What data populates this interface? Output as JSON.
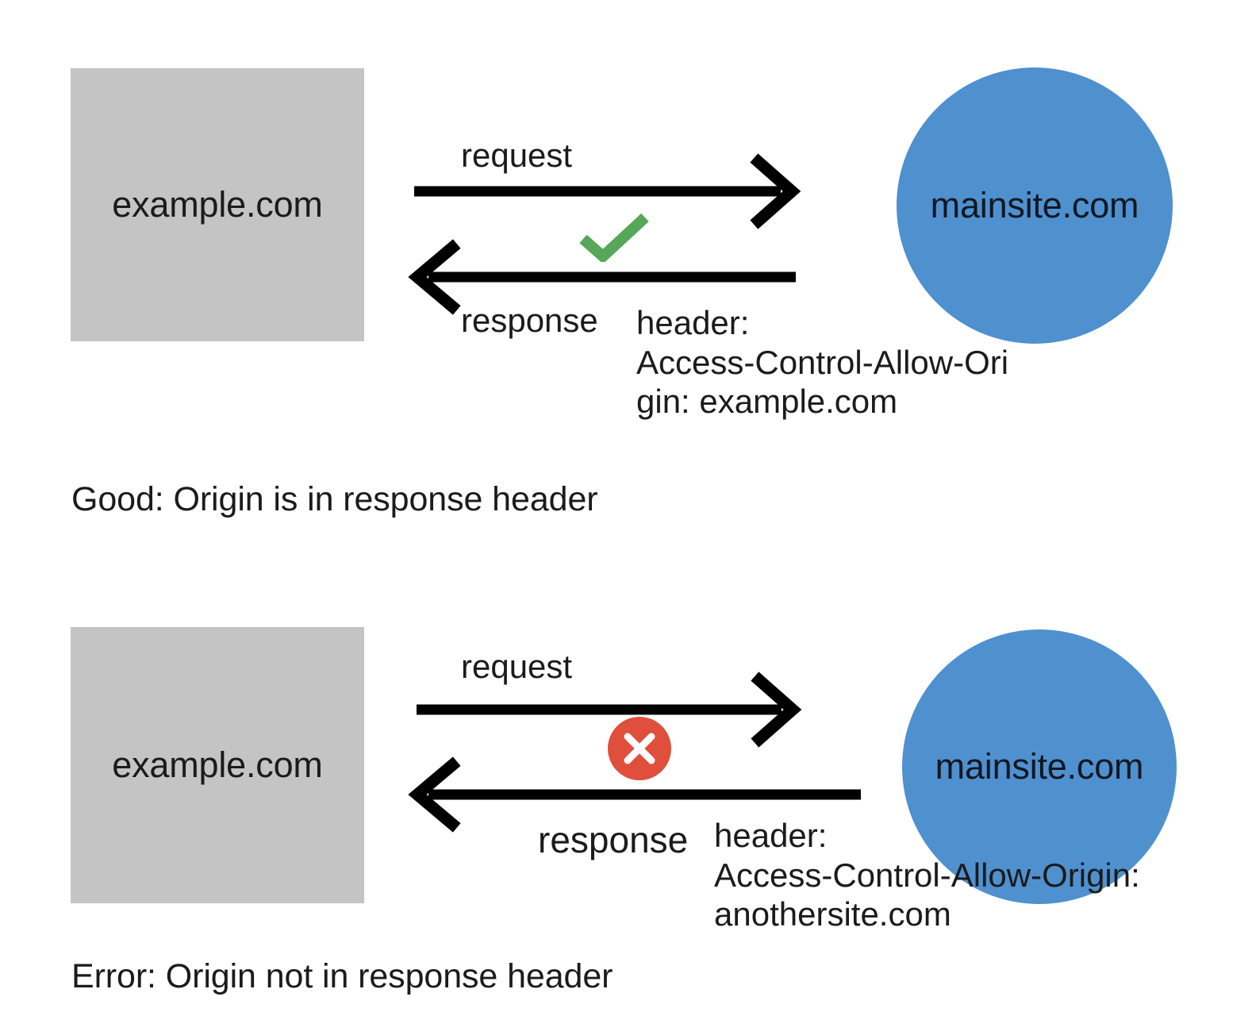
{
  "diagram": {
    "title_semantic": "cors-access-control-allow-origin-explainer",
    "colors": {
      "box_fill": "#c4c4c4",
      "circle_fill": "#4f90cf",
      "check_green": "#56a75a",
      "cross_red": "#e04e3c",
      "cross_glyph": "#ffffff",
      "stroke_black": "#000000",
      "text": "#1b1b1b",
      "background": "#ffffff"
    },
    "rows": [
      {
        "id": "good",
        "client": {
          "label": "example.com",
          "shape": "rectangle"
        },
        "server": {
          "label": "mainsite.com",
          "shape": "circle"
        },
        "request_label": "request",
        "response_label": "response",
        "status": {
          "icon": "check-icon",
          "meaning": "allowed"
        },
        "header_lines": [
          "header:",
          "Access-Control-Allow-Ori",
          "gin: example.com"
        ],
        "caption": "Good: Origin is in response header"
      },
      {
        "id": "error",
        "client": {
          "label": "example.com",
          "shape": "rectangle"
        },
        "server": {
          "label": "mainsite.com",
          "shape": "circle"
        },
        "request_label": "request",
        "response_label": "response",
        "status": {
          "icon": "cross-icon",
          "meaning": "blocked"
        },
        "header_lines": [
          "header:",
          "Access-Control-Allow-Origin:",
          "anothersite.com"
        ],
        "caption": "Error: Origin not in response header"
      }
    ]
  }
}
